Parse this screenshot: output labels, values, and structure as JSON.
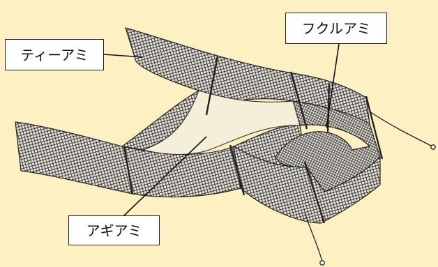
{
  "diagram": {
    "labels": {
      "tii_ami": "ティーアミ",
      "fukuru_ami": "フクルアミ",
      "agi_ami": "アギアミ"
    },
    "colors": {
      "background": "#fdf0c2",
      "net_fill": "#e8e4da",
      "net_mesh": "#2a2a2a",
      "outline": "#222222",
      "label_box": "#ffffff"
    }
  }
}
